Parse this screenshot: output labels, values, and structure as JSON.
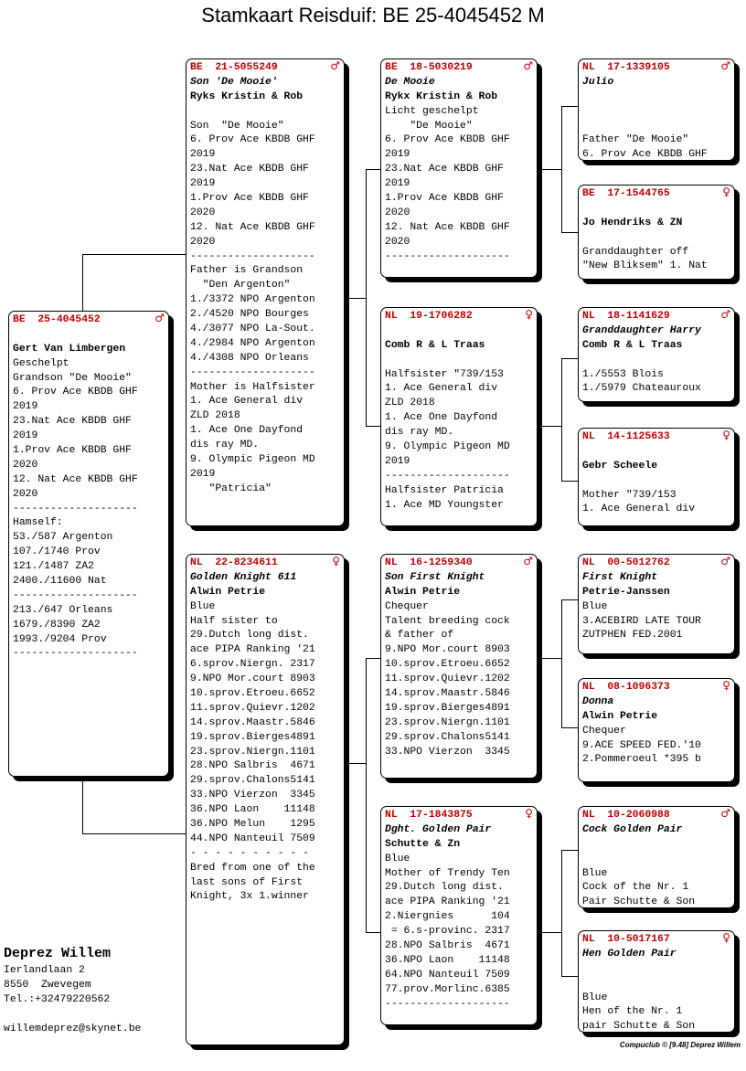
{
  "title": "Stamkaart Reisduif: BE  25-4045452 M",
  "cards": {
    "main": {
      "ring": "BE  25-4045452",
      "sex": "♂",
      "name": "",
      "owner": "Gert Van Limbergen",
      "lines": [
        "Geschelpt",
        "Grandson \"De Mooie\"",
        "6. Prov Ace KBDB GHF",
        "2019",
        "23.Nat Ace KBDB GHF",
        "2019",
        "1.Prov Ace KBDB GHF",
        "2020",
        "12. Nat Ace KBDB GHF",
        "2020",
        "--------------------",
        "Hamself:",
        "53./587 Argenton",
        "107./1740 Prov",
        "121./1487 ZA2",
        "2400./11600 Nat",
        "--------------------",
        "213./647 Orleans",
        "1679./8390 ZA2",
        "1993./9204 Prov",
        "--------------------"
      ]
    },
    "f": {
      "ring": "BE  21-5055249",
      "sex": "♂",
      "name": "Son 'De Mooie'",
      "owner": "Ryks Kristin & Rob",
      "lines": [
        "",
        "Son  \"De Mooie\"",
        "6. Prov Ace KBDB GHF",
        "2019",
        "23.Nat Ace KBDB GHF",
        "2019",
        "1.Prov Ace KBDB GHF",
        "2020",
        "12. Nat Ace KBDB GHF",
        "2020",
        "--------------------",
        "Father is Grandson",
        "  \"Den Argenton\"",
        "1./3372 NPO Argenton",
        "2./4520 NPO Bourges",
        "4./3077 NPO La-Sout.",
        "4./2984 NPO Argenton",
        "4./4308 NPO Orleans",
        "--------------------",
        "Mother is Halfsister",
        "1. Ace General div",
        "ZLD 2018",
        "1. Ace One Dayfond",
        "dis ray MD.",
        "9. Olympic Pigeon MD",
        "2019",
        "   \"Patricia\""
      ]
    },
    "m": {
      "ring": "NL  22-8234611",
      "sex": "♀",
      "name": "Golden Knight 611",
      "owner": "Alwin Petrie",
      "lines": [
        "Blue",
        "Half sister to",
        "29.Dutch long dist.",
        "ace PIPA Ranking '21",
        "6.sprov.Niergn. 2317",
        "9.NPO Mor.court 8903",
        "10.sprov.Etroeu.6652",
        "11.sprov.Quievr.1202",
        "14.sprov.Maastr.5846",
        "19.sprov.Bierges4891",
        "23.sprov.Niergn.1101",
        "28.NPO Salbris  4671",
        "29.sprov.Chalons5141",
        "33.NPO Vierzon  3345",
        "36.NPO Laon    11148",
        "36.NPO Melun    1295",
        "44.NPO Nanteuil 7509",
        "- - - - - - - - - -",
        "Bred from one of the",
        "last sons of First",
        "Knight, 3x 1.winner"
      ]
    },
    "ff": {
      "ring": "BE  18-5030219",
      "sex": "♂",
      "name": "De Mooie",
      "owner": "Rykx Kristin & Rob",
      "lines": [
        "Licht geschelpt",
        "    \"De Mooie\"",
        "6. Prov Ace KBDB GHF",
        "2019",
        "23.Nat Ace KBDB GHF",
        "2019",
        "1.Prov Ace KBDB GHF",
        "2020",
        "12. Nat Ace KBDB GHF",
        "2020",
        "--------------------"
      ]
    },
    "fm": {
      "ring": "NL  19-1706282",
      "sex": "♀",
      "name": "",
      "owner": "Comb R & L Traas",
      "lines": [
        "",
        "Halfsister \"739/153",
        "1. Ace General div",
        "ZLD 2018",
        "1. Ace One Dayfond",
        "dis ray MD.",
        "9. Olympic Pigeon MD",
        "2019",
        "--------------------",
        "Halfsister Patricia",
        "1. Ace MD Youngster"
      ]
    },
    "mf": {
      "ring": "NL  16-1259340",
      "sex": "♂",
      "name": "Son First Knight",
      "owner": "Alwin Petrie",
      "lines": [
        "Chequer",
        "Talent breeding cock",
        "& father of",
        "9.NPO Mor.court 8903",
        "10.sprov.Etroeu.6652",
        "11.sprov.Quievr.1202",
        "14.sprov.Maastr.5846",
        "19.sprov.Bierges4891",
        "23.sprov.Niergn.1101",
        "29.sprov.Chalons5141",
        "33.NPO Vierzon  3345"
      ]
    },
    "mm": {
      "ring": "NL  17-1843875",
      "sex": "♀",
      "name": "Dght. Golden Pair",
      "owner": "Schutte & Zn",
      "lines": [
        "Blue",
        "Mother of Trendy Ten",
        "29.Dutch long dist.",
        "ace PIPA Ranking '21",
        "2.Niergnies      104",
        " = 6.s-provinc. 2317",
        "28.NPO Salbris  4671",
        "36.NPO Laon    11148",
        "64.NPO Nanteuil 7509",
        "77.prov.Morlinc.6385",
        "--------------------"
      ]
    },
    "fff": {
      "ring": "NL  17-1339105",
      "sex": "♂",
      "name": "Julio",
      "owner": "",
      "lines": [
        "",
        "",
        "Father \"De Mooie\"",
        "6. Prov Ace KBDB GHF"
      ]
    },
    "ffm": {
      "ring": "BE  17-1544765",
      "sex": "♀",
      "name": "",
      "owner": "Jo Hendriks & ZN",
      "lines": [
        "",
        "Granddaughter off",
        "\"New Bliksem\" 1. Nat"
      ]
    },
    "fmf": {
      "ring": "NL  18-1141629",
      "sex": "♂",
      "name": "Granddaughter Harry",
      "owner": "Comb R & L Traas",
      "lines": [
        "",
        "1./5553 Blois",
        "1./5979 Chateauroux"
      ]
    },
    "fmm": {
      "ring": "NL  14-1125633",
      "sex": "♀",
      "name": "",
      "owner": "Gebr Scheele",
      "lines": [
        "",
        "Mother \"739/153",
        "1. Ace General div"
      ]
    },
    "mff": {
      "ring": "NL  00-5012762",
      "sex": "♂",
      "name": "First Knight",
      "owner": "Petrie-Janssen",
      "lines": [
        "Blue",
        "3.ACEBIRD LATE TOUR",
        "ZUTPHEN FED.2001"
      ]
    },
    "mfm": {
      "ring": "NL  08-1096373",
      "sex": "♀",
      "name": "Donna",
      "owner": "Alwin Petrie",
      "lines": [
        "Chequer",
        "9.ACE SPEED FED.'10",
        "2.Pommeroeul *395 b"
      ]
    },
    "mmf": {
      "ring": "NL  10-2060988",
      "sex": "♂",
      "name": "Cock Golden Pair",
      "owner": "",
      "lines": [
        "",
        "Blue",
        "Cock of the Nr. 1",
        "Pair Schutte & Son"
      ]
    },
    "mmm": {
      "ring": "NL  10-5017167",
      "sex": "♀",
      "name": "Hen Golden Pair",
      "owner": "",
      "lines": [
        "",
        "Blue",
        "Hen of the Nr. 1",
        "pair Schutte & Son"
      ]
    }
  },
  "breeder": {
    "name": "Deprez Willem",
    "address": "Ierlandlaan 2",
    "city": "8550  Zwevegem",
    "phone": "Tel.:+32479220562",
    "email": "willemdeprez@skynet.be"
  },
  "footer": "Compuclub © [9.48]  Deprez Willem"
}
